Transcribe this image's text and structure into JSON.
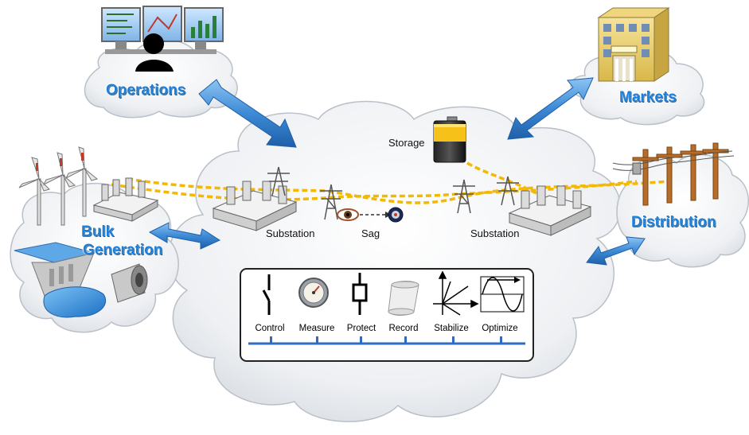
{
  "domains": {
    "operations": "Operations",
    "markets": "Markets",
    "bulk_generation_line1": "Bulk",
    "bulk_generation_line2": "Generation",
    "distribution": "Distribution"
  },
  "grid": {
    "storage": "Storage",
    "substation_left": "Substation",
    "sag": "Sag",
    "substation_right": "Substation"
  },
  "functions": [
    "Control",
    "Measure",
    "Protect",
    "Record",
    "Stabilize",
    "Optimize"
  ],
  "icons": [
    "operator-workstation-icon",
    "market-building-icon",
    "wind-turbine-icon",
    "hydro-dam-icon",
    "turbine-icon",
    "substation-icon",
    "transmission-tower-icon",
    "battery-icon",
    "eye-icon",
    "target-icon",
    "distribution-pole-icon",
    "switch-icon",
    "gauge-icon",
    "relay-icon",
    "scroll-icon",
    "phasor-icon",
    "sine-wave-icon"
  ],
  "colors": {
    "label_blue": "#1e7fd8",
    "arrow_blue": "#4a90d9",
    "line_dash": "#f5b800",
    "cloud_fill": "#eef1f4"
  }
}
